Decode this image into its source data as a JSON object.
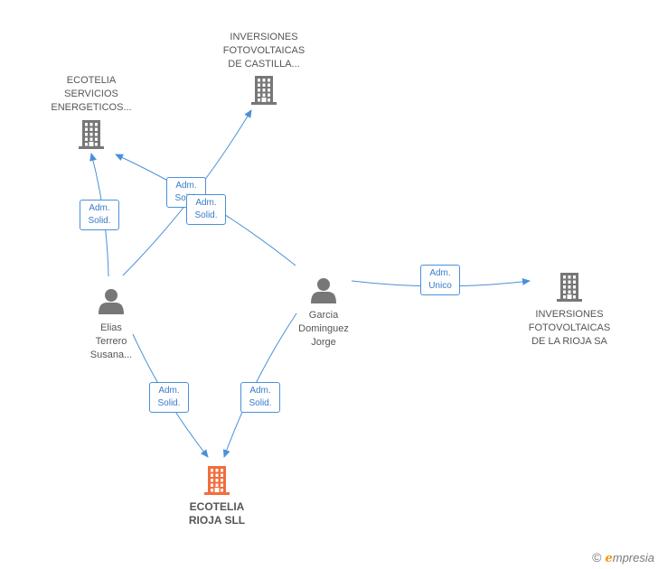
{
  "nodes": {
    "ecotelia_servicios": {
      "lines": [
        "ECOTELIA",
        "SERVICIOS",
        "ENERGETICOS..."
      ],
      "type": "company",
      "icon": "building-icon",
      "color": "#777777"
    },
    "inversiones_castilla": {
      "lines": [
        "INVERSIONES",
        "FOTOVOLTAICAS",
        "DE CASTILLA..."
      ],
      "type": "company",
      "icon": "building-icon",
      "color": "#777777"
    },
    "elias": {
      "lines": [
        "Elias",
        "Terrero",
        "Susana..."
      ],
      "type": "person",
      "icon": "person-icon",
      "color": "#777777"
    },
    "garcia": {
      "lines": [
        "Garcia",
        "Dominguez",
        "Jorge"
      ],
      "type": "person",
      "icon": "person-icon",
      "color": "#777777"
    },
    "inversiones_rioja": {
      "lines": [
        "INVERSIONES",
        "FOTOVOLTAICAS",
        "DE LA RIOJA SA"
      ],
      "type": "company",
      "icon": "building-icon",
      "color": "#777777"
    },
    "ecotelia_rioja": {
      "lines": [
        "ECOTELIA",
        "RIOJA SLL"
      ],
      "type": "company",
      "icon": "building-icon",
      "color": "#f26d3d",
      "highlight": true
    }
  },
  "edges": [
    {
      "from": "elias",
      "to": "ecotelia_servicios",
      "label": [
        "Adm.",
        "Solid."
      ]
    },
    {
      "from": "elias",
      "to": "inversiones_castilla",
      "label": [
        "Adm.",
        "Solid."
      ]
    },
    {
      "from": "garcia",
      "to": "ecotelia_servicios",
      "label": [
        "Adm.",
        "Solid."
      ]
    },
    {
      "from": "garcia",
      "to": "inversiones_rioja",
      "label": [
        "Adm.",
        "Unico"
      ]
    },
    {
      "from": "elias",
      "to": "ecotelia_rioja",
      "label": [
        "Adm.",
        "Solid."
      ]
    },
    {
      "from": "garcia",
      "to": "ecotelia_rioja",
      "label": [
        "Adm.",
        "Solid."
      ]
    }
  ],
  "colors": {
    "edge": "#4a90d9",
    "icon": "#777777",
    "highlight": "#f26d3d"
  },
  "watermark": {
    "copyright": "©",
    "brand_initial": "e",
    "brand_rest": "mpresia"
  }
}
